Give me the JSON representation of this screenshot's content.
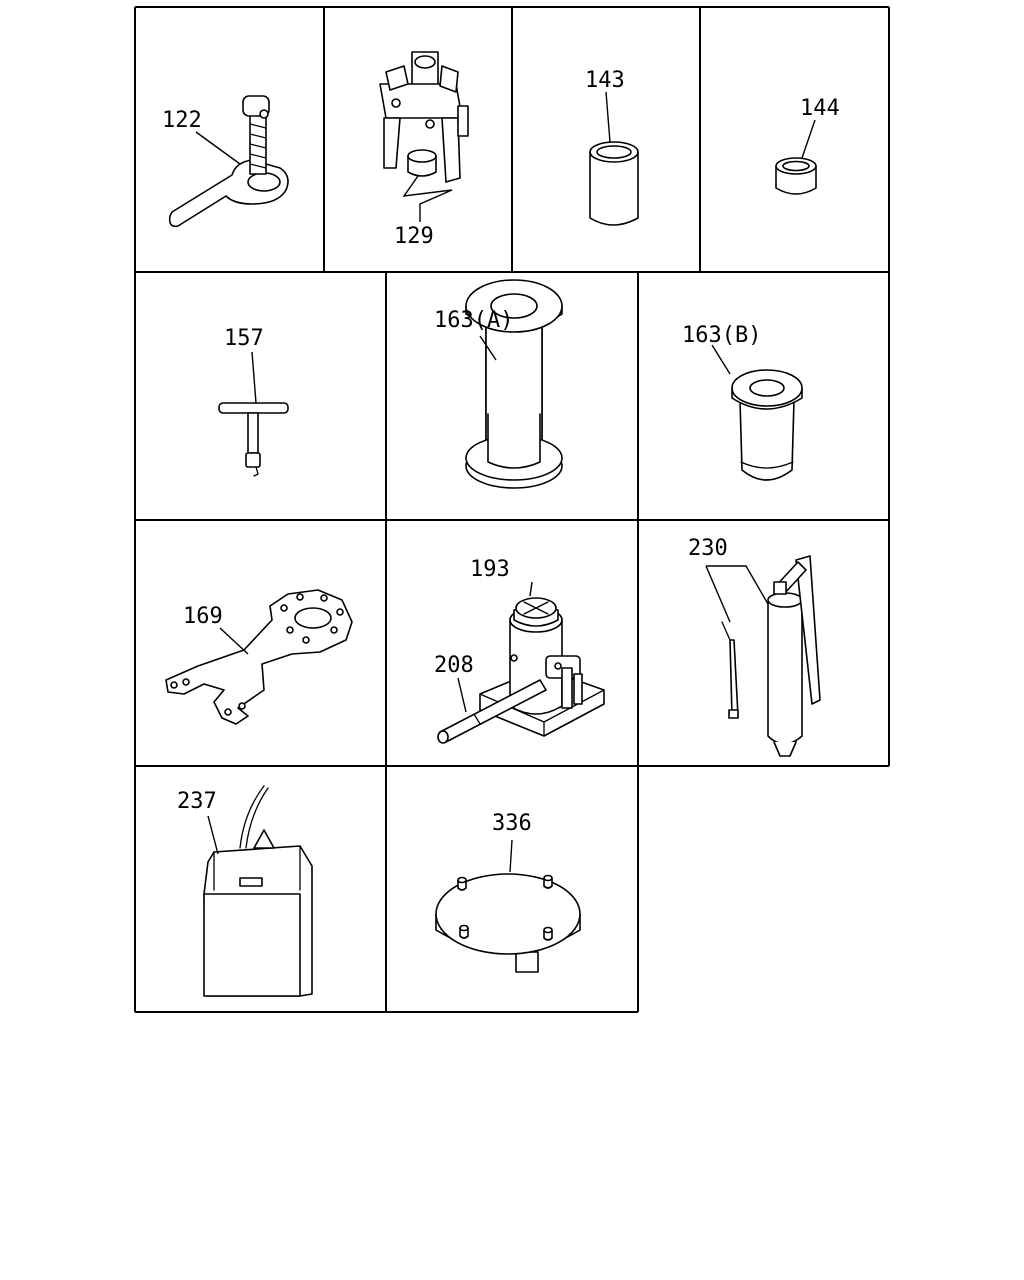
{
  "labels": {
    "p122": "122",
    "p129": "129",
    "p143": "143",
    "p144": "144",
    "p157": "157",
    "p163a": "163(A)",
    "p163b": "163(B)",
    "p169": "169",
    "p193": "193",
    "p208": "208",
    "p230": "230",
    "p237": "237",
    "p336": "336"
  }
}
